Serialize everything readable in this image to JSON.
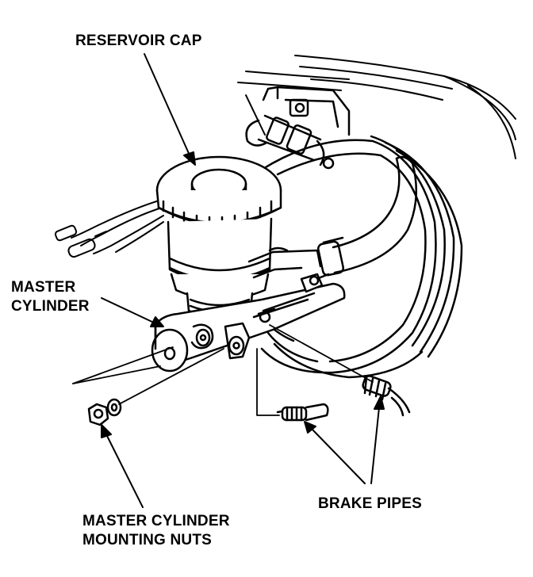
{
  "labels": {
    "reservoir_cap": "RESERVOIR CAP",
    "master_cylinder_line1": "MASTER",
    "master_cylinder_line2": "CYLINDER",
    "brake_pipes": "BRAKE PIPES",
    "mounting_nuts_line1": "MASTER CYLINDER",
    "mounting_nuts_line2": "MOUNTING NUTS"
  },
  "colors": {
    "ink": "#000000",
    "paper": "#ffffff"
  }
}
